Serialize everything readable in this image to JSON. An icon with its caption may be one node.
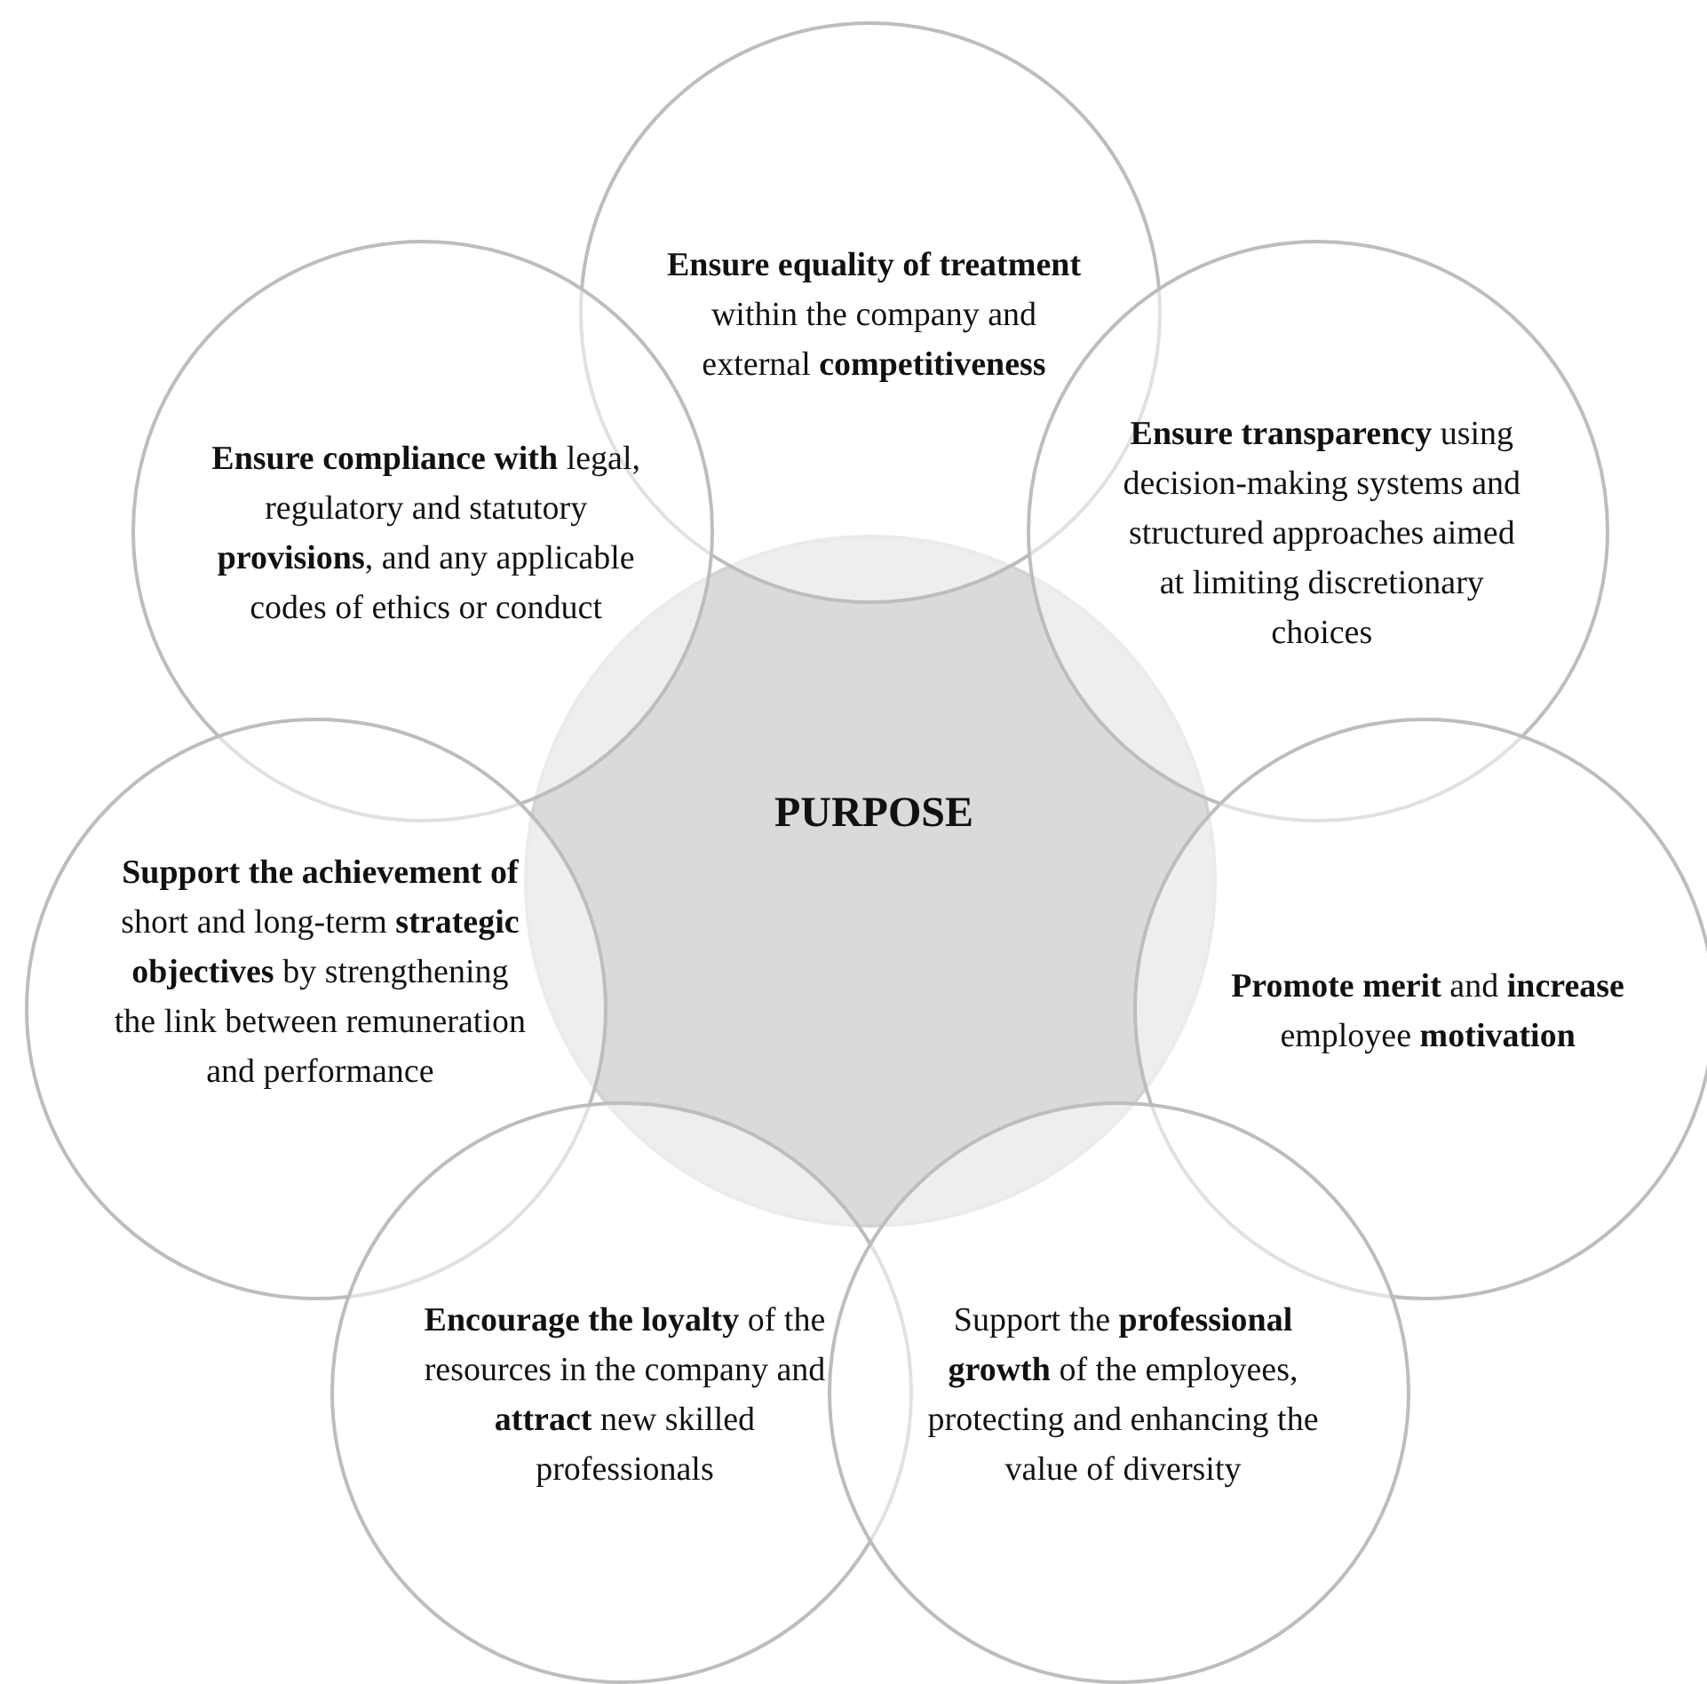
{
  "diagram": {
    "nodes": [
      {
        "text": [
          "**Ensure equality of treatment** within the company and external **competitiveness**"
        ]
      },
      {
        "text": [
          "**Ensure compliance with** legal, regulatory and statutory **provisions**, and any applicable codes of ethics or conduct"
        ]
      },
      {
        "text": [
          "**Ensure transparency** using decision-making systems and structured approaches aimed at limiting discretionary choices"
        ]
      },
      {
        "text": [
          "PURPOSE"
        ]
      },
      {
        "text": [
          "**Support the achievement of** short and long-term **strategic objectives** by strengthening the link between remuneration and performance"
        ]
      },
      {
        "text": [
          "**Promote merit** and **increase** employee **motivation**"
        ]
      },
      {
        "text": [
          "**Encourage the loyalty** of the resources in the company and **attract** new skilled professionals"
        ]
      },
      {
        "text": [
          "Support the **professional growth** of the employees, protecting and enhancing the value of diversity"
        ]
      }
    ]
  }
}
